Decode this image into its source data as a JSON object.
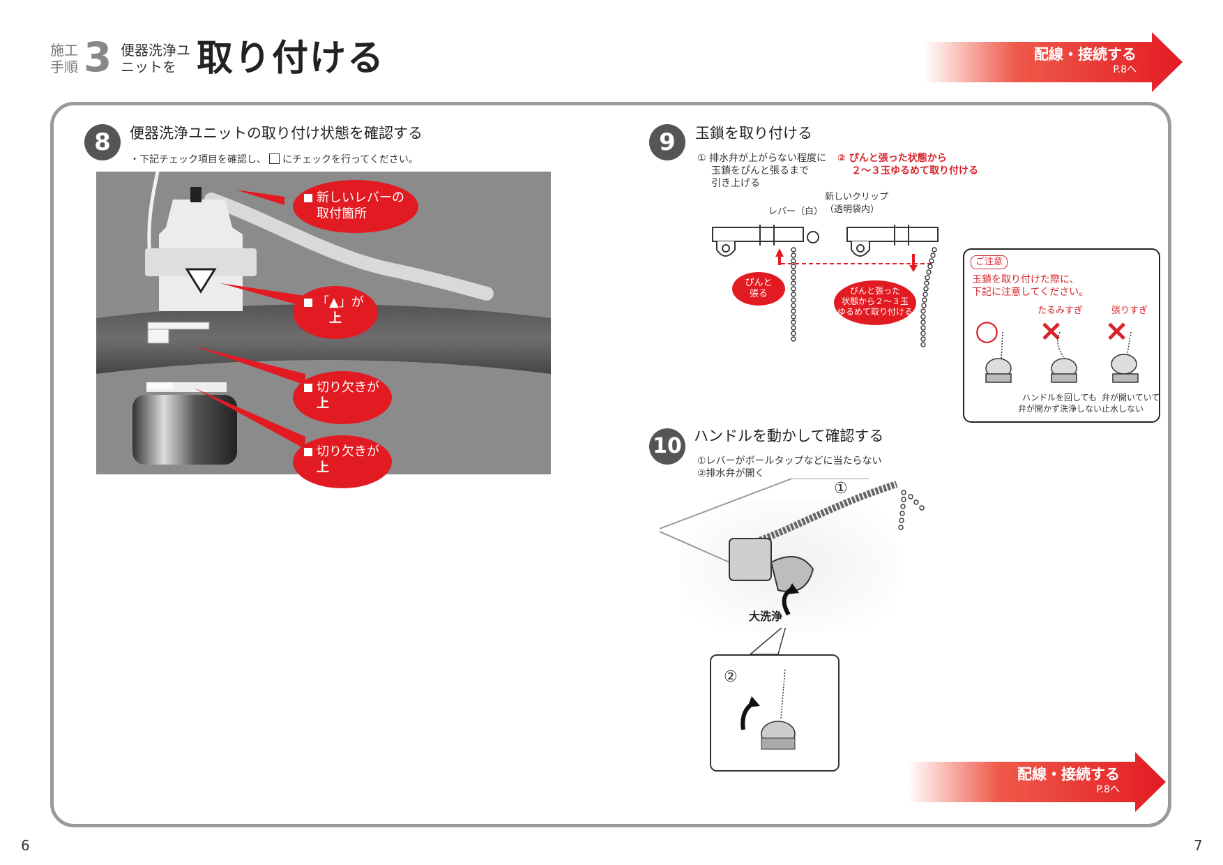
{
  "header": {
    "step_label": "施工手順",
    "step_number": "3",
    "step_sub": "便器洗浄ユニットを",
    "title": "取り付ける"
  },
  "nav_button": {
    "label": "配線・接続する",
    "page": "P.8へ"
  },
  "section8": {
    "number": "8",
    "title": "便器洗浄ユニットの取り付け状態を確認する",
    "instruction_before": "・下記チェック項目を確認し、",
    "instruction_after": "にチェックを行ってください。",
    "callouts": [
      {
        "line1": "新しいレバーの",
        "line2": "取付箇所"
      },
      {
        "line1": "「▲」が",
        "line2": "上"
      },
      {
        "line1": "切り欠きが",
        "line2": "上"
      },
      {
        "line1": "切り欠きが",
        "line2": "上"
      }
    ]
  },
  "section9": {
    "number": "9",
    "title": "玉鎖を取り付ける",
    "step1_line1": "① 排水弁が上がらない程度に",
    "step1_line2": "玉鎖をぴんと張るまで",
    "step1_line3": "引き上げる",
    "step2_line1": "② ぴんと張った状態から",
    "step2_line2": "２～３玉ゆるめて取り付ける",
    "label_lever": "レバー（白）",
    "label_clip1": "新しいクリップ",
    "label_clip2": "（透明袋内）",
    "bubble1_line1": "ぴんと",
    "bubble1_line2": "張る",
    "bubble2_line1": "ぴんと張った",
    "bubble2_line2": "状態から２～３玉",
    "bubble2_line3": "ゆるめて取り付ける"
  },
  "caution": {
    "badge": "ご注意",
    "line1": "玉鎖を取り付けた際に、",
    "line2": "下記に注意してください。",
    "ok_mark": "○",
    "slack_label": "たるみすぎ",
    "tight_label": "張りすぎ",
    "ng_mark": "×",
    "slack_desc1": "ハンドルを回しても",
    "slack_desc2": "弁が開かず洗浄しない",
    "tight_desc1": "弁が開いていて",
    "tight_desc2": "止水しない"
  },
  "section10": {
    "number": "10",
    "title": "ハンドルを動かして確認する",
    "item1": "①レバーがボールタップなどに当たらない",
    "item2": "②排水弁が開く",
    "marker1": "①",
    "marker2": "②",
    "flush_label": "大洗浄"
  },
  "page_numbers": {
    "left": "6",
    "right": "7"
  }
}
